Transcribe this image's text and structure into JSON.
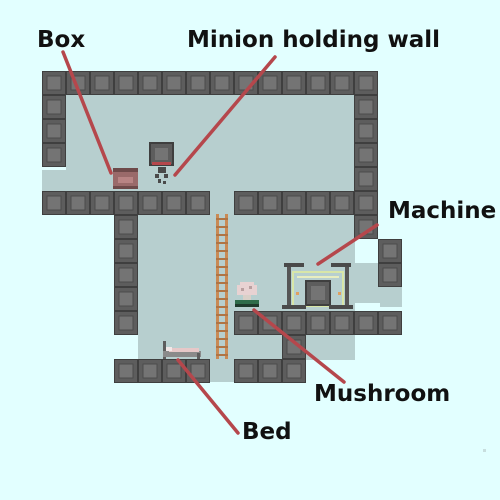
{
  "callouts": {
    "box": "Box",
    "minion": "Minion holding wall",
    "machine": "Machine",
    "mushroom": "Mushroom",
    "bed": "Bed"
  },
  "colors": {
    "background": "#e2ffff",
    "room": "#b7cfcf",
    "wall_block": "#5d5d5d",
    "wall_inset": "#747474",
    "wall_outline": "#3f3f3f",
    "callout_line": "#b5474c",
    "ladder": "#c98a55",
    "box": "#9a6a6a",
    "mushroom_cap": "#e8d2d2",
    "machine_frame": "#d8e6a8"
  },
  "objects": [
    "box",
    "minion",
    "ladder",
    "machine",
    "mushroom",
    "bed"
  ]
}
